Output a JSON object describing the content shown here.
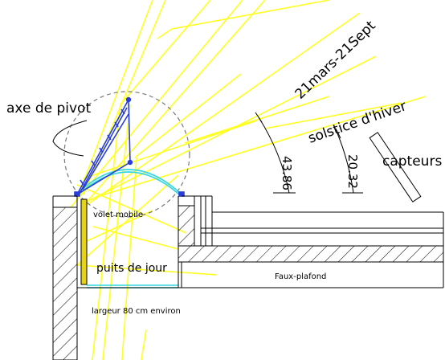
{
  "labels": {
    "axe_pivot": "axe de pivot",
    "equinox": "21mars-21Sept",
    "solstice": "solstice  d'hiver",
    "capteurs": "capteurs",
    "volet": "volet  mobile",
    "puits": "puits  de  jour",
    "faux_plafond": "Faux-plafond",
    "largeur": "largeur 80 cm environ",
    "angle_equinox": "43.86",
    "angle_solstice": "20.32"
  },
  "colors": {
    "rays": "#ffff22",
    "shutter": "#2a3fd6",
    "glass": "#33d6e0",
    "mobile_panel": "#e6d21a",
    "lines": "#000000"
  }
}
